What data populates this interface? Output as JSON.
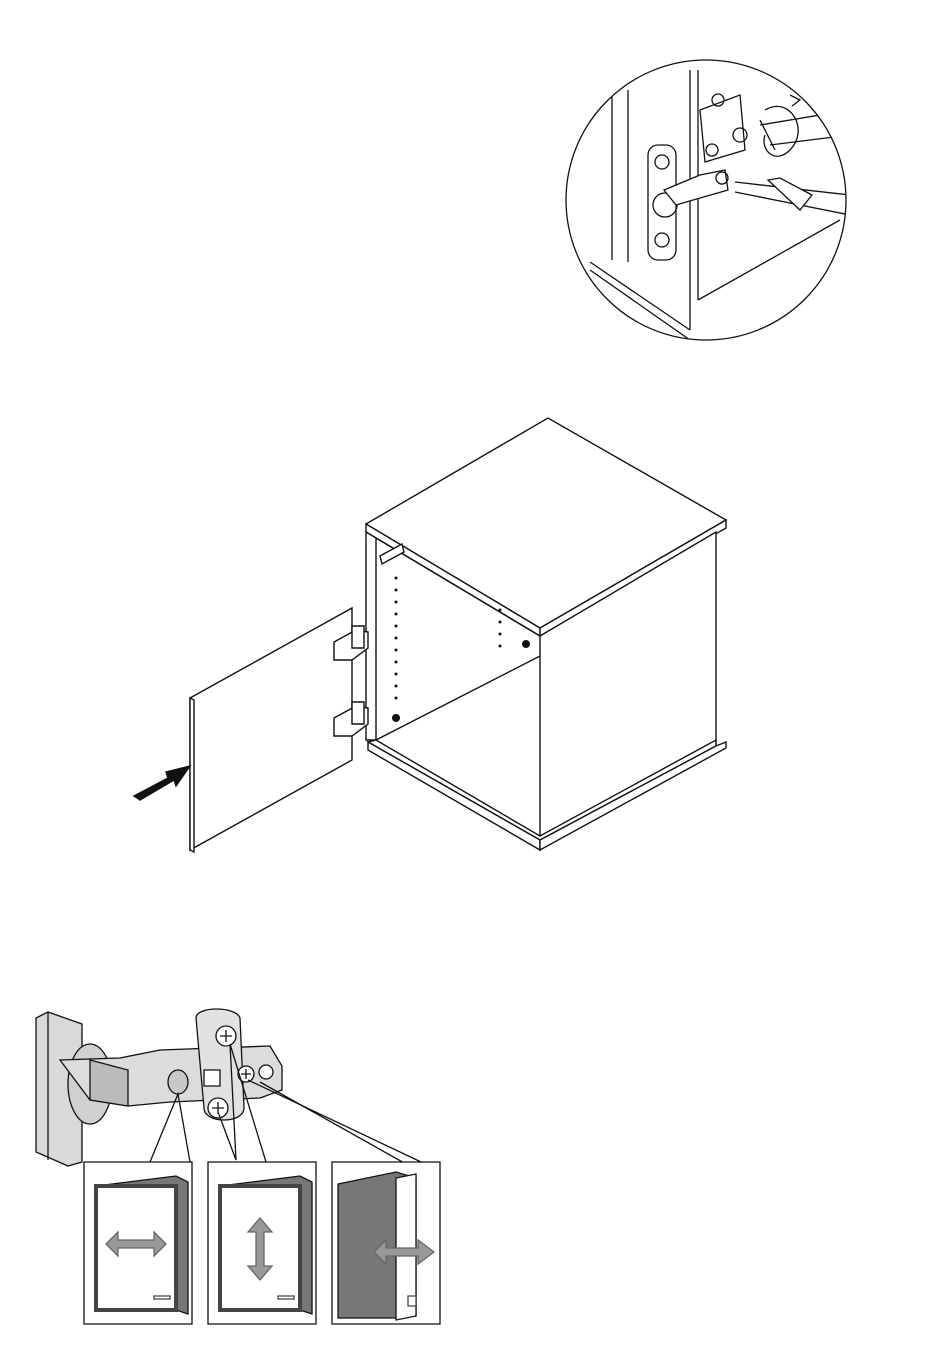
{
  "document": {
    "type": "assembly-instruction-page",
    "figures": [
      {
        "id": "hinge-detail",
        "icons": [
          "screwdriver-icon",
          "rotate-arrow-icon",
          "hinge-icon"
        ]
      },
      {
        "id": "cabinet-door-attach",
        "icons": [
          "cabinet-icon",
          "door-icon",
          "push-arrow-icon",
          "hinge-icon"
        ]
      },
      {
        "id": "hinge-adjustment",
        "icons": [
          "hinge-icon",
          "horizontal-arrow-icon",
          "vertical-arrow-icon",
          "depth-arrow-icon"
        ]
      }
    ],
    "colors": {
      "line": "#111111",
      "arrow": "#888888",
      "door_dark": "#666666",
      "door_light": "#ffffff",
      "black_arrow": "#000000"
    }
  }
}
